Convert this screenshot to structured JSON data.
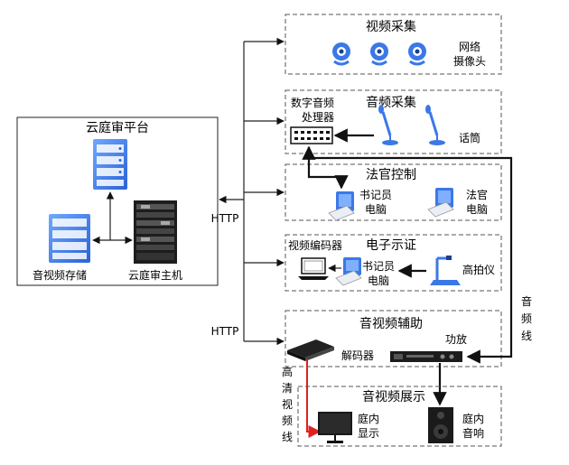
{
  "platform": {
    "title": "云庭审平台",
    "storage_label": "音视频存储",
    "host_label": "云庭审主机"
  },
  "links": {
    "http_top": "HTTP",
    "http_bottom": "HTTP",
    "audio_line": [
      "音",
      "频",
      "线"
    ],
    "hd_video_line": [
      "高",
      "清",
      "视",
      "频",
      "线"
    ]
  },
  "boxes": {
    "video_capture": {
      "title": "视频采集",
      "device_label": [
        "网络",
        "摄像头"
      ]
    },
    "audio_capture": {
      "title": "音频采集",
      "processor_label": [
        "数字音频",
        "处理器"
      ],
      "mic_label": "话筒"
    },
    "judge_control": {
      "title": "法官控制",
      "clerk_label": [
        "书记员",
        "电脑"
      ],
      "judge_label": [
        "法官",
        "电脑"
      ]
    },
    "evidence": {
      "title": "电子示证",
      "encoder_label": "视频编码器",
      "clerk_label": [
        "书记员",
        "电脑"
      ],
      "camera_label": "高拍仪"
    },
    "av_aux": {
      "title": "音视频辅助",
      "decoder_label": "解码器",
      "amp_label": "功放"
    },
    "av_display": {
      "title": "音视频展示",
      "display_label": [
        "庭内",
        "显示"
      ],
      "speaker_label": [
        "庭内",
        "音响"
      ]
    }
  },
  "colors": {
    "device_blue": "#3b78e7",
    "accent_red": "#e02020",
    "line_dark": "#222222"
  },
  "icons": [
    "server-icon",
    "rack-server-icon",
    "webcam-icon",
    "microphone-icon",
    "audio-processor-icon",
    "computer-icon",
    "document-camera-icon",
    "laptop-icon",
    "decoder-icon",
    "amplifier-icon",
    "display-icon",
    "speaker-icon"
  ]
}
